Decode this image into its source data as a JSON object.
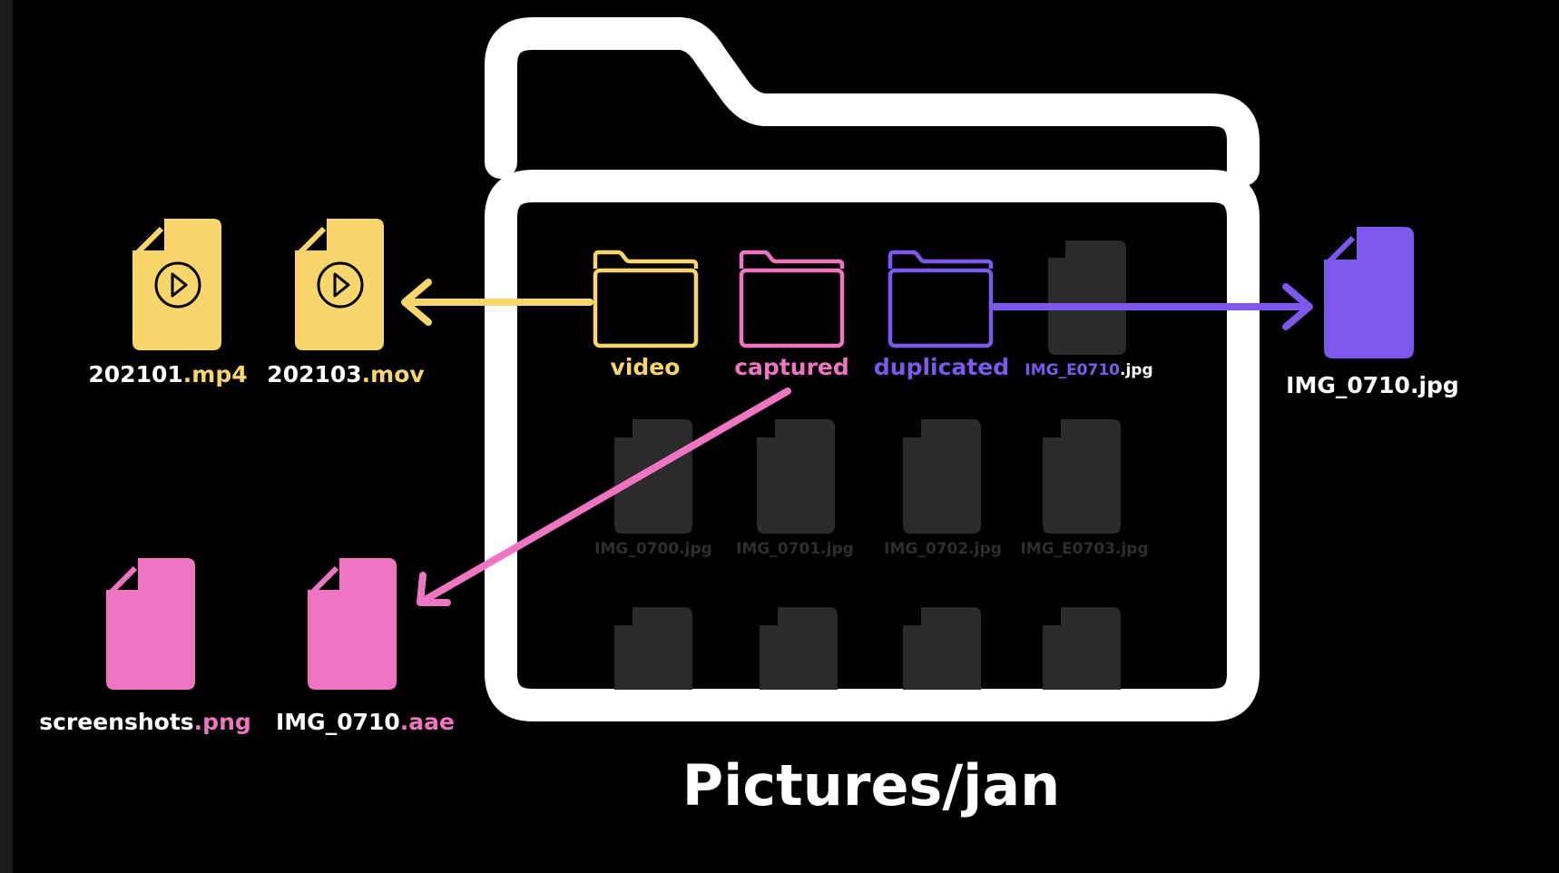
{
  "colors": {
    "background": "#000000",
    "outline": "#ffffff",
    "video": "#f8d66c",
    "captured": "#ee75c1",
    "duplicated": "#7c58ec",
    "dim": "#2b2b2b"
  },
  "title": "Pictures/jan",
  "folders": [
    {
      "label": "video",
      "color": "video"
    },
    {
      "label": "captured",
      "color": "captured"
    },
    {
      "label": "duplicated",
      "color": "duplicated"
    }
  ],
  "inside_file": {
    "name": "IMG_E0710",
    "ext": ".jpg"
  },
  "dim_files": [
    "IMG_0700.jpg",
    "IMG_0701.jpg",
    "IMG_0702.jpg",
    "IMG_E0703.jpg"
  ],
  "video_files": [
    {
      "name": "202101",
      "ext": ".mp4",
      "icon": "play-icon"
    },
    {
      "name": "202103",
      "ext": ".mov",
      "icon": "play-icon"
    }
  ],
  "captured_files": [
    {
      "name": "screenshots",
      "ext": ".png"
    },
    {
      "name": "IMG_0710",
      "ext": ".aae"
    }
  ],
  "duplicated_file": {
    "name": "IMG_0710.jpg"
  }
}
